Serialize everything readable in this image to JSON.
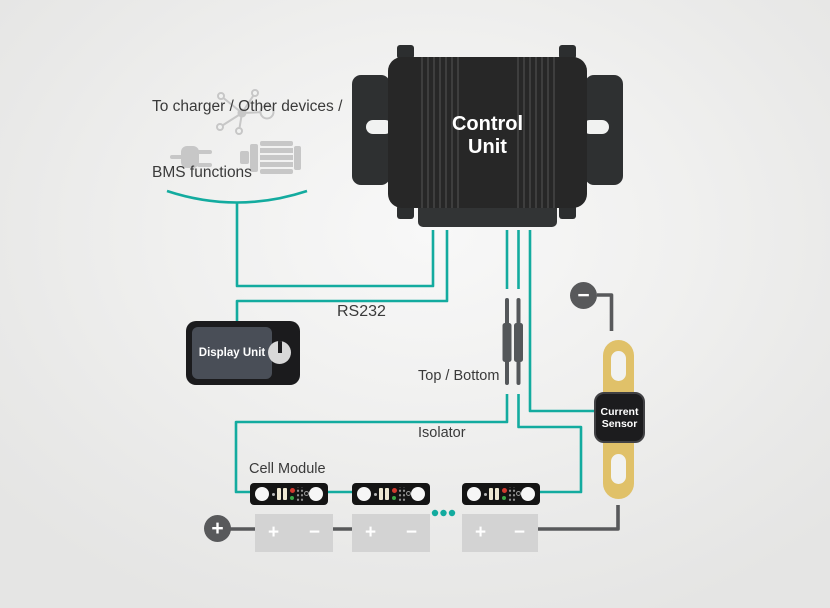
{
  "colors": {
    "teal": "#13ab9f",
    "dark": "#58595b",
    "icon_gray": "#c7c7c7",
    "device_black": "#272727",
    "battery": "#d3d3d3",
    "busbar": "#e0c169",
    "text": "#3a3a3a"
  },
  "labels": {
    "charger_line1": "To charger / Other devices /",
    "charger_line2": "BMS functions",
    "rs232": "RS232",
    "isolator_line1": "Top / Bottom",
    "isolator_line2": "Isolator",
    "cell_module": "Cell Module"
  },
  "devices": {
    "control_unit": {
      "label_line1": "Control",
      "label_line2": "Unit"
    },
    "display_unit": {
      "label": "Display Unit"
    },
    "current_sensor": {
      "label_line1": "Current",
      "label_line2": "Sensor"
    }
  },
  "symbols": {
    "plus": "+",
    "minus": "−"
  },
  "battery_string": {
    "cells_shown": 3,
    "continuation_dots": 3
  },
  "icons": [
    "network-icon",
    "plug-icon",
    "motor-icon",
    "grouping-brace",
    "power-knob-icon",
    "minus-terminal-icon",
    "plus-terminal-icon",
    "isolator-component",
    "current-sensor-busbar"
  ]
}
